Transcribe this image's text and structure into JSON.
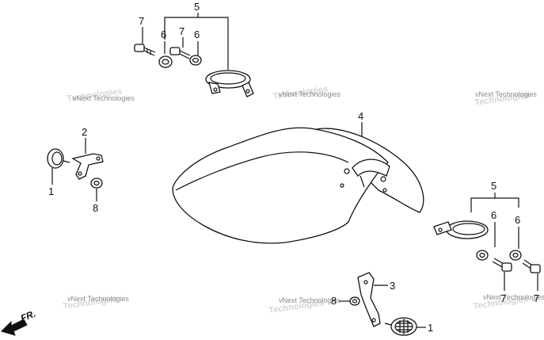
{
  "diagram": {
    "callouts": {
      "c1_left": "1",
      "c1_bottom": "1",
      "c2": "2",
      "c3": "3",
      "c4": "4",
      "c5_top": "5",
      "c5_right": "5",
      "c6_top_a": "6",
      "c6_top_b": "6",
      "c6_right_a": "6",
      "c6_right_b": "6",
      "c7_top": "7",
      "c7_top_mid": "7",
      "c7_right_a": "7",
      "c7_right_b": "7",
      "c8_left": "8",
      "c8_bottom": "8"
    },
    "direction_label": "FR.",
    "watermark": "vNext Technologies"
  }
}
